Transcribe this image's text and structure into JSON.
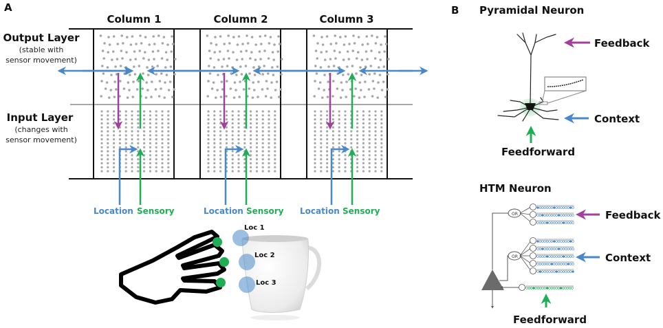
{
  "panel_a": {
    "letter": "A",
    "columns": [
      "Column 1",
      "Column 2",
      "Column 3"
    ],
    "output_layer": {
      "title": "Output Layer",
      "sub1": "(stable with",
      "sub2": "sensor movement)"
    },
    "input_layer": {
      "title": "Input Layer",
      "sub1": "(changes with",
      "sub2": "sensor movement)"
    },
    "input_labels": {
      "location": "Location",
      "sensory": "Sensory"
    },
    "locations": [
      "Loc 1",
      "Loc 2",
      "Loc 3"
    ]
  },
  "panel_b": {
    "letter": "B",
    "pyramidal": {
      "title": "Pyramidal Neuron",
      "feedback": "Feedback",
      "context": "Context",
      "feedforward": "Feedforward"
    },
    "htm": {
      "title": "HTM Neuron",
      "feedback": "Feedback",
      "context": "Context",
      "feedforward": "Feedforward",
      "or_label": "OR"
    }
  },
  "colors": {
    "feedback": "#a0409a",
    "context": "#4a88c7",
    "feedforward": "#1fae55",
    "dots": "#a6a6a6",
    "grid": "#111111",
    "divider": "#8c8c8c",
    "triangle": "#6b6b6b"
  }
}
